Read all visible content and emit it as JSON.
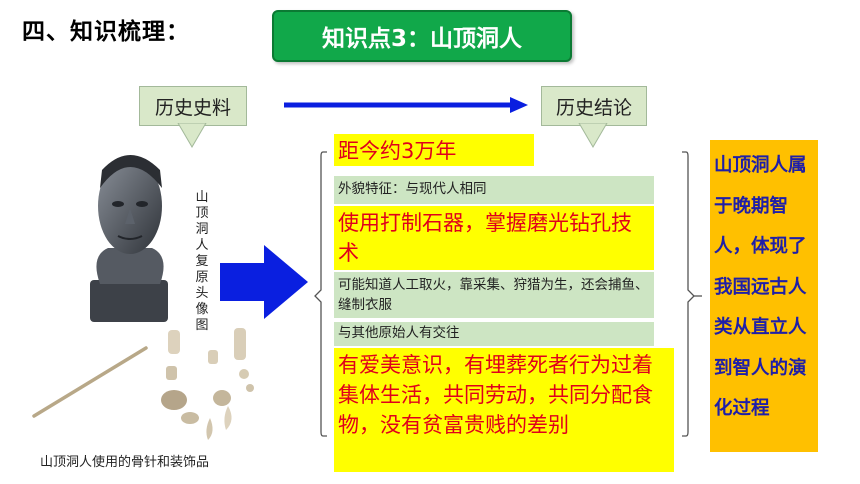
{
  "heading": "四、知识梳理：",
  "topic": "知识点3：山顶洞人",
  "source_label": "历史史料",
  "conclusion_label": "历史结论",
  "bust_caption": "山顶洞人复原头像图",
  "artifact_caption": "山顶洞人使用的骨针和装饰品",
  "facts": [
    "距今约3万年",
    "外貌特征：与现代人相同",
    "使用打制石器，掌握磨光钻孔技术",
    "可能知道人工取火，靠采集、狩猎为生，还会捕鱼、缝制衣服",
    "与其他原始人有交往",
    "有爱美意识，有埋葬死者行为过着集体生活，共同劳动，共同分配食物，没有贫富贵贱的差别"
  ],
  "conclusion": "山顶洞人属于晚期智人，体现了我国远古人类从直立人到智人的演化过程",
  "colors": {
    "topic_bg": "#11a84a",
    "highlight_bg": "#ffff00",
    "highlight_text": "#e0001b",
    "note_bg": "#cde5c3",
    "conclusion_bg": "#ffc000",
    "conclusion_text": "#1f1fa8",
    "arrow": "#0a1fe0"
  }
}
